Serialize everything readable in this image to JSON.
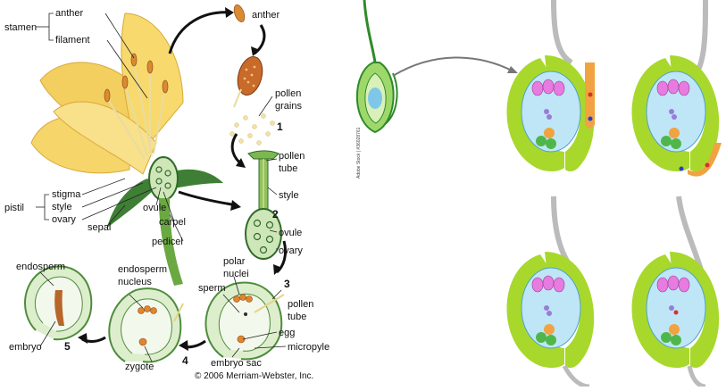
{
  "labels": {
    "stamen": "stamen",
    "anther": "anther",
    "filament": "filament",
    "anther_top": "anther",
    "pollen_grains_1": "pollen",
    "pollen_grains_2": "grains",
    "pollen_tube_1": "pollen",
    "pollen_tube_2": "tube",
    "style_right": "style",
    "ovule_right": "ovule",
    "ovary_right": "ovary",
    "pistil": "pistil",
    "stigma": "stigma",
    "style_left": "style",
    "ovary_left": "ovary",
    "sepal": "sepal",
    "ovule_left": "ovule",
    "carpel": "carpel",
    "pedicel": "pedicel",
    "endosperm": "endosperm",
    "endosperm_nucleus_1": "endosperm",
    "endosperm_nucleus_2": "nucleus",
    "polar_nuclei_1": "polar",
    "polar_nuclei_2": "nuclei",
    "sperm": "sperm",
    "pollen_tube_b_1": "pollen",
    "pollen_tube_b_2": "tube",
    "egg": "egg",
    "micropyle": "micropyle",
    "embryo_sac": "embryo sac",
    "embryo": "embryo",
    "zygote": "zygote"
  },
  "steps": [
    "1",
    "2",
    "3",
    "4",
    "5"
  ],
  "copyright": "© 2006 Merriam-Webster, Inc.",
  "stock_watermark": "Adobe Stock | #36028761",
  "colors": {
    "petal": "#f6d56a",
    "petal_edge": "#e0b03c",
    "green": "#6aa842",
    "dark_green": "#2f6b2a",
    "lime": "#a8d82c",
    "sac_blue": "#bfe6f6",
    "pink": "#e77be0",
    "orange": "#f0a340",
    "egg_green": "#4fb74a",
    "pollen_orange": "#d9702e"
  }
}
